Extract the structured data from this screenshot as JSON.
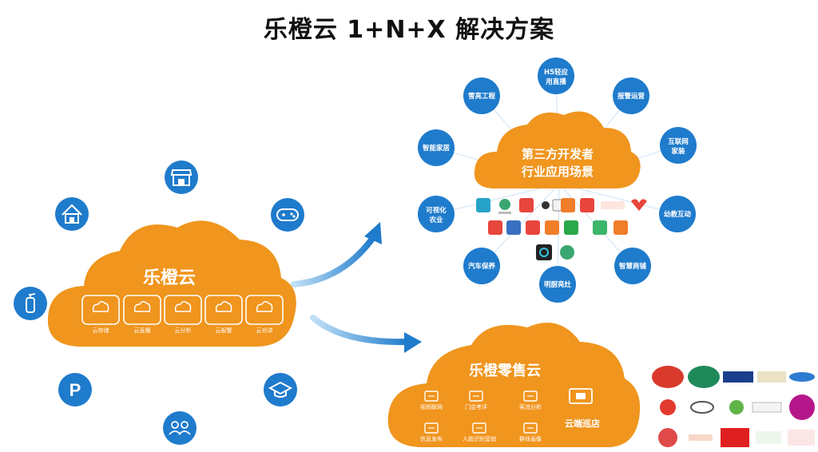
{
  "title": "乐橙云 1+N+X 解决方案",
  "main_cloud": {
    "title": "乐橙云",
    "services": [
      "云存储",
      "云直播",
      "云分析",
      "云报警",
      "云对讲"
    ]
  },
  "left_icons": [
    "store-icon",
    "home-icon",
    "gamepad-icon",
    "fire-extinguisher-icon",
    "parking-icon",
    "graduation-cap-icon",
    "group-icon"
  ],
  "third_party_cloud": {
    "title_line1": "第三方开发者",
    "title_line2": "行业应用场景",
    "nodes": [
      {
        "line1": "H5轻应",
        "line2": "用直播"
      },
      {
        "line1": "报警运营",
        "line2": ""
      },
      {
        "line1": "互联网",
        "line2": "家装"
      },
      {
        "line1": "幼教互动",
        "line2": ""
      },
      {
        "line1": "智慧商铺",
        "line2": ""
      },
      {
        "line1": "明厨亮灶",
        "line2": ""
      },
      {
        "line1": "汽车保养",
        "line2": ""
      },
      {
        "line1": "可视化",
        "line2": "农业"
      },
      {
        "line1": "智能家居",
        "line2": ""
      },
      {
        "line1": "雪亮工程",
        "line2": ""
      }
    ]
  },
  "retail_cloud": {
    "title": "乐橙零售云",
    "features": [
      "视频联网",
      "门店考评",
      "客流分析",
      "云端巡店",
      "信息发布",
      "人脸识别营销",
      "群体画像"
    ]
  },
  "colors": {
    "orange": "#F0951E",
    "blue": "#1F7BCC",
    "arrow": "#2A8FD8"
  }
}
